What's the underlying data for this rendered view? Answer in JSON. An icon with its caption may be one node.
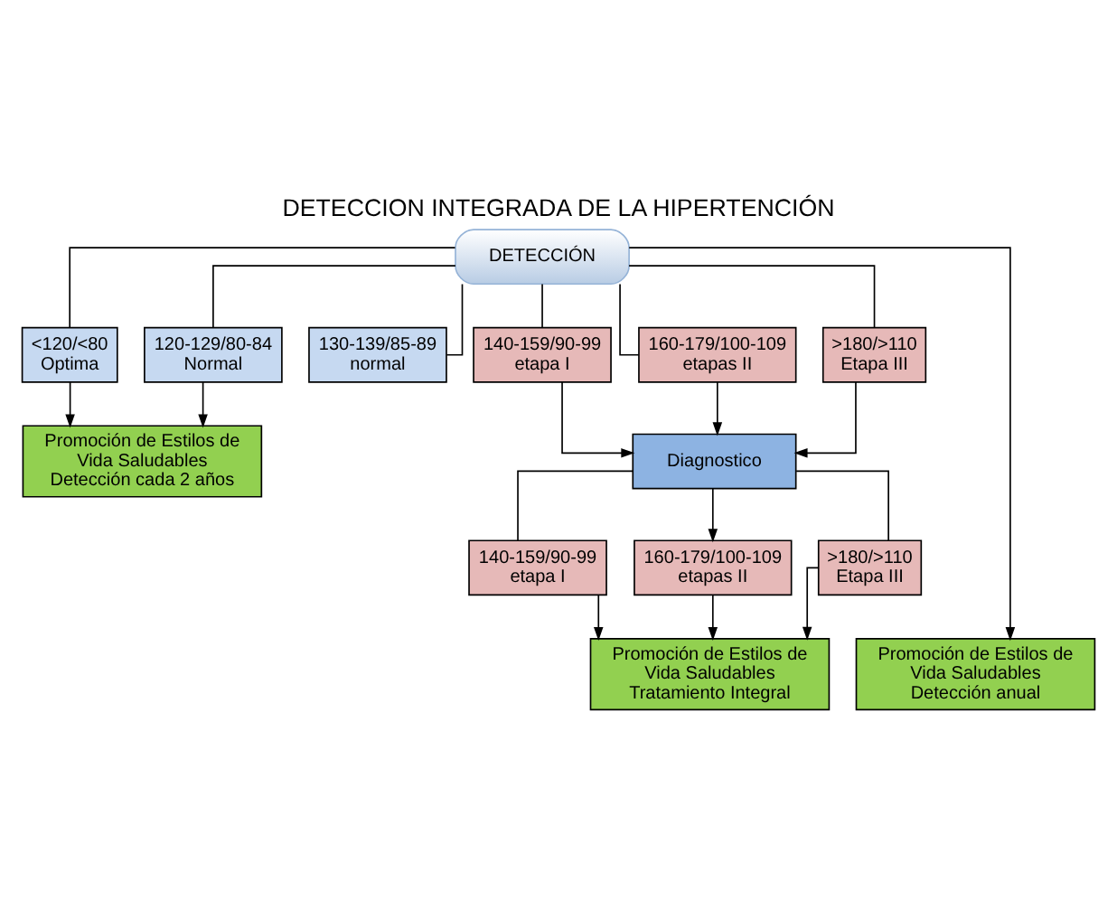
{
  "diagram": {
    "title": "DETECCION INTEGRADA DE LA HIPERTENCIÓN",
    "nodes": [
      {
        "text": [
          "DETECCIÓN"
        ]
      },
      {
        "text": [
          "<120/<80 Optima"
        ]
      },
      {
        "text": [
          "120-129/80-84 Normal"
        ]
      },
      {
        "text": [
          "130-139/85-89 normal"
        ]
      },
      {
        "text": [
          "140-159/90-99 etapa I"
        ]
      },
      {
        "text": [
          "160-179/100-109 etapas II"
        ]
      },
      {
        "text": [
          ">180/>110 Etapa III"
        ]
      },
      {
        "text": [
          "Diagnostico"
        ]
      },
      {
        "text": [
          "140-159/90-99 etapa I"
        ]
      },
      {
        "text": [
          "160-179/100-109 etapas II"
        ]
      },
      {
        "text": [
          ">180/>110 Etapa III"
        ]
      },
      {
        "text": [
          "Promoción de Estilos de Vida Saludables Detección cada 2 años"
        ]
      },
      {
        "text": [
          "Promoción de Estilos de Vida Saludables Detección anual"
        ]
      },
      {
        "text": [
          "Promoción de Estilos de Vida Saludables Tratamiento Integral"
        ]
      }
    ],
    "edges": [
      {
        "from": 0,
        "to": 1,
        "arrow": "none"
      },
      {
        "from": 0,
        "to": 2,
        "arrow": "none"
      },
      {
        "from": 0,
        "to": 3,
        "arrow": "none"
      },
      {
        "from": 0,
        "to": 4,
        "arrow": "none"
      },
      {
        "from": 0,
        "to": 5,
        "arrow": "none"
      },
      {
        "from": 0,
        "to": 6,
        "arrow": "none"
      },
      {
        "from": 0,
        "to": 12,
        "arrow": "to"
      },
      {
        "from": 1,
        "to": 11,
        "arrow": "to"
      },
      {
        "from": 2,
        "to": 11,
        "arrow": "to"
      },
      {
        "from": 4,
        "to": 7,
        "arrow": "to"
      },
      {
        "from": 5,
        "to": 7,
        "arrow": "to"
      },
      {
        "from": 6,
        "to": 7,
        "arrow": "to"
      },
      {
        "from": 7,
        "to": 8,
        "arrow": "none"
      },
      {
        "from": 7,
        "to": 9,
        "arrow": "to"
      },
      {
        "from": 7,
        "to": 10,
        "arrow": "none"
      },
      {
        "from": 8,
        "to": 13,
        "arrow": "to"
      },
      {
        "from": 9,
        "to": 13,
        "arrow": "to"
      },
      {
        "from": 10,
        "to": 13,
        "arrow": "to"
      }
    ]
  }
}
